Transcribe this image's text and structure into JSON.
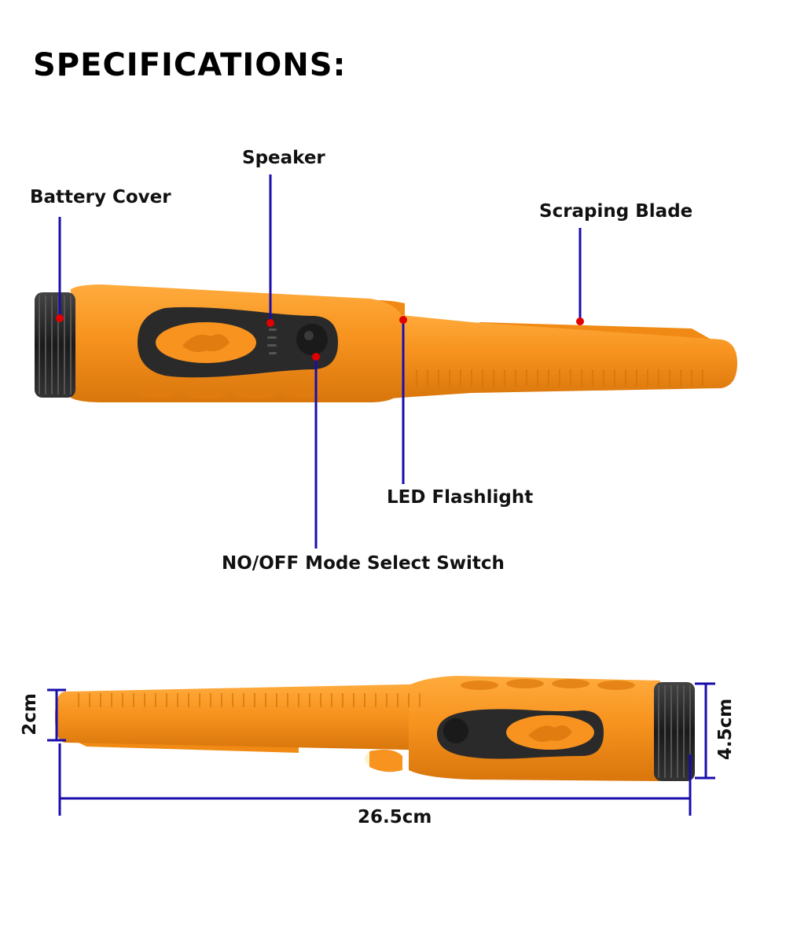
{
  "title": "SPECIFICATIONS:",
  "callouts": {
    "battery_cover": "Battery Cover",
    "speaker": "Speaker",
    "scraping_blade": "Scraping Blade",
    "led_flashlight": "LED Flashlight",
    "mode_switch": "NO/OFF Mode Select Switch"
  },
  "dimensions": {
    "tip_diameter": "2cm",
    "handle_diameter": "4.5cm",
    "length": "26.5cm"
  },
  "colors": {
    "body_orange": "#f7931e",
    "grip_black": "#2a2a2a",
    "leader_line": "#1a0dab",
    "callout_dot": "#e00000"
  }
}
